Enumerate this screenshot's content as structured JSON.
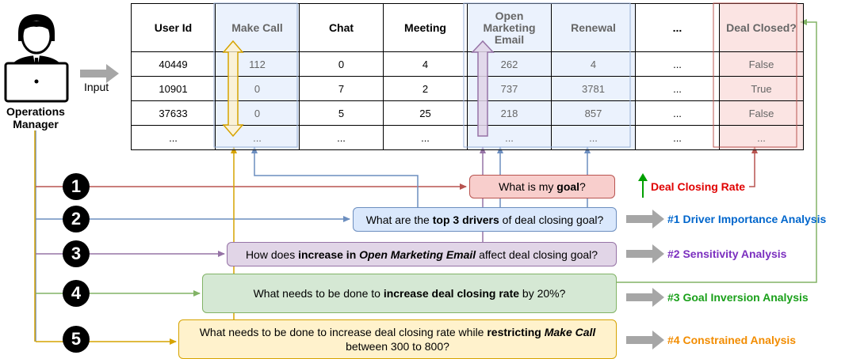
{
  "actor": {
    "label": "Operations Manager",
    "icon": "user-laptop-icon"
  },
  "input_label": "Input",
  "table": {
    "columns": [
      "User Id",
      "Make Call",
      "Chat",
      "Meeting",
      "Open Marketing Email",
      "Renewal",
      "...",
      "Deal Closed?"
    ],
    "rows": [
      [
        "40449",
        "112",
        "0",
        "4",
        "262",
        "4",
        "...",
        "False"
      ],
      [
        "10901",
        "0",
        "7",
        "2",
        "737",
        "3781",
        "...",
        "True"
      ],
      [
        "37633",
        "0",
        "5",
        "25",
        "218",
        "857",
        "...",
        "False"
      ],
      [
        "...",
        "...",
        "...",
        "...",
        "...",
        "...",
        "...",
        "..."
      ]
    ]
  },
  "steps": [
    "1",
    "2",
    "3",
    "4",
    "5"
  ],
  "questions": {
    "q1": {
      "pre": "What is my ",
      "bold": "goal",
      "post": "?"
    },
    "q2": {
      "pre": "What are the ",
      "bold": "top 3 drivers",
      "post": " of deal closing goal?"
    },
    "q3": {
      "pre": "How does ",
      "bold": "increase in ",
      "bolditalic": "Open Marketing Email",
      "post": " affect deal closing goal?"
    },
    "q4": {
      "pre": "What needs to be done to ",
      "bold": "increase deal closing rate",
      "post": " by 20%?"
    },
    "q5": {
      "pre": "What needs to be done to increase deal closing rate while ",
      "bold": "restricting ",
      "bolditalic": "Make Call",
      "post": "between 300 to 800?"
    }
  },
  "goal_label": "Deal Closing Rate",
  "analyses": [
    {
      "label": "#1 Driver Importance Analysis",
      "color": "#0066cc"
    },
    {
      "label": "#2 Sensitivity Analysis",
      "color": "#7b2fbf"
    },
    {
      "label": "#3 Goal Inversion Analysis",
      "color": "#1aa01a"
    },
    {
      "label": "#4 Constrained Analysis",
      "color": "#f28c00"
    }
  ],
  "colors": {
    "red": "#b85450",
    "blue": "#6c8ebf",
    "purple": "#9673a6",
    "green": "#82b366",
    "orange": "#d6a300",
    "box_red": "#f8cecc",
    "box_blue": "#dae8fc",
    "box_purple": "#e1d5e7",
    "box_green": "#d5e8d4",
    "box_orange": "#fff2cc"
  }
}
